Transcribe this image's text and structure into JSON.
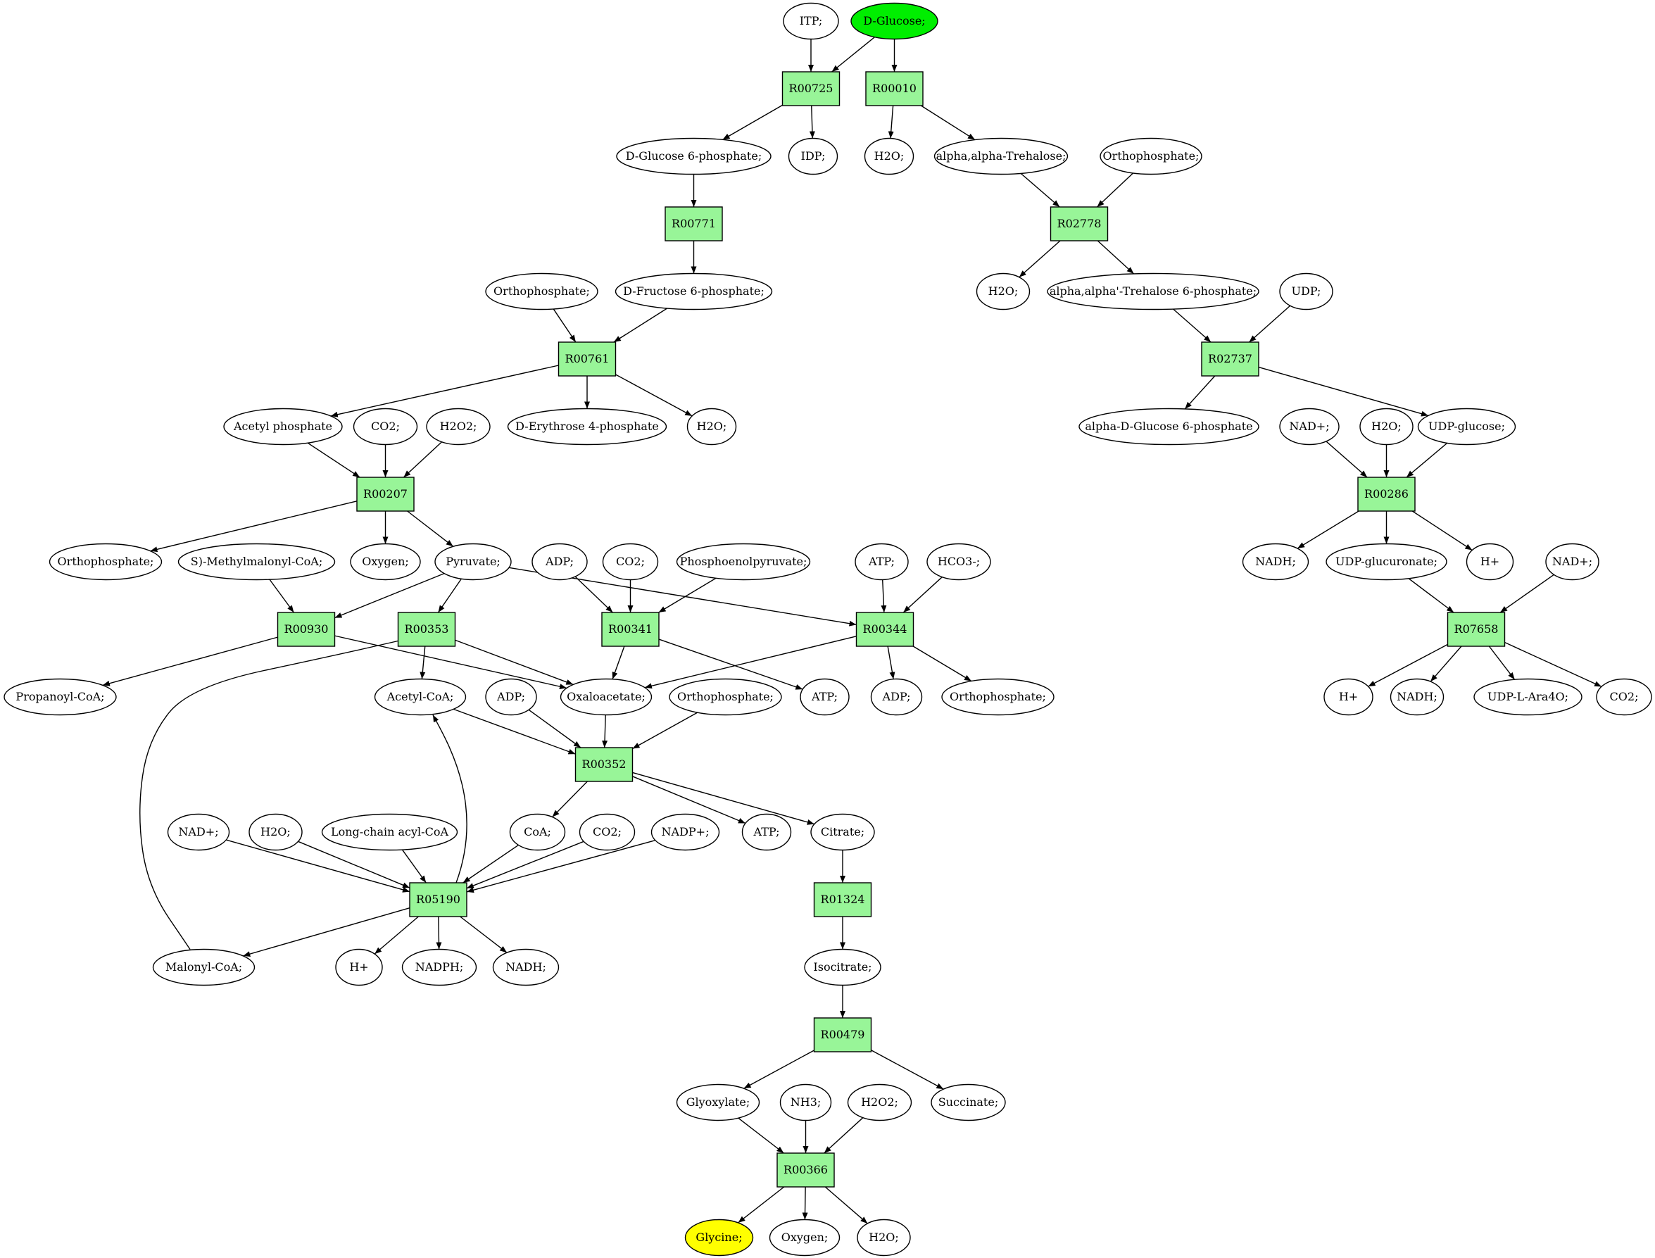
{
  "colors": {
    "reaction_fill": "#98f598",
    "metabolite_fill": "#ffffff",
    "start_fill": "#00ee00",
    "target_fill": "#ffff00",
    "stroke": "#000000"
  },
  "nodes": {
    "itp": {
      "label": "ITP;",
      "kind": "metabolite"
    },
    "dglucose": {
      "label": "D-Glucose;",
      "kind": "start"
    },
    "r00725": {
      "label": "R00725",
      "kind": "reaction"
    },
    "r00010": {
      "label": "R00010",
      "kind": "reaction"
    },
    "dg6p": {
      "label": "D-Glucose 6-phosphate;",
      "kind": "metabolite"
    },
    "idp": {
      "label": "IDP;",
      "kind": "metabolite"
    },
    "h2o_a": {
      "label": "H2O;",
      "kind": "metabolite"
    },
    "trehalose": {
      "label": "alpha,alpha-Trehalose;",
      "kind": "metabolite"
    },
    "orthophos_a": {
      "label": "Orthophosphate;",
      "kind": "metabolite"
    },
    "r00771": {
      "label": "R00771",
      "kind": "reaction"
    },
    "r02778": {
      "label": "R02778",
      "kind": "reaction"
    },
    "orthophos_b": {
      "label": "Orthophosphate;",
      "kind": "metabolite"
    },
    "df6p": {
      "label": "D-Fructose 6-phosphate;",
      "kind": "metabolite"
    },
    "h2o_b": {
      "label": "H2O;",
      "kind": "metabolite"
    },
    "tre6p": {
      "label": "alpha,alpha'-Trehalose 6-phosphate;",
      "kind": "metabolite"
    },
    "udp": {
      "label": "UDP;",
      "kind": "metabolite"
    },
    "r00761": {
      "label": "R00761",
      "kind": "reaction"
    },
    "r02737": {
      "label": "R02737",
      "kind": "reaction"
    },
    "acetylp": {
      "label": "Acetyl phosphate",
      "kind": "metabolite"
    },
    "co2_a": {
      "label": "CO2;",
      "kind": "metabolite"
    },
    "h2o2_a": {
      "label": "H2O2;",
      "kind": "metabolite"
    },
    "de4p": {
      "label": "D-Erythrose 4-phosphate",
      "kind": "metabolite"
    },
    "h2o_c": {
      "label": "H2O;",
      "kind": "metabolite"
    },
    "adg6p": {
      "label": "alpha-D-Glucose 6-phosphate",
      "kind": "metabolite"
    },
    "nadp_a": {
      "label": "NAD+;",
      "kind": "metabolite"
    },
    "h2o_d": {
      "label": "H2O;",
      "kind": "metabolite"
    },
    "udpglc": {
      "label": "UDP-glucose;",
      "kind": "metabolite"
    },
    "r00207": {
      "label": "R00207",
      "kind": "reaction"
    },
    "r00286": {
      "label": "R00286",
      "kind": "reaction"
    },
    "orthophos_c": {
      "label": "Orthophosphate;",
      "kind": "metabolite"
    },
    "smmcoa": {
      "label": "S)-Methylmalonyl-CoA;",
      "kind": "metabolite"
    },
    "oxygen_a": {
      "label": "Oxygen;",
      "kind": "metabolite"
    },
    "pyruvate": {
      "label": "Pyruvate;",
      "kind": "metabolite"
    },
    "adp_a": {
      "label": "ADP;",
      "kind": "metabolite"
    },
    "co2_b": {
      "label": "CO2;",
      "kind": "metabolite"
    },
    "pep": {
      "label": "Phosphoenolpyruvate;",
      "kind": "metabolite"
    },
    "atp_a": {
      "label": "ATP;",
      "kind": "metabolite"
    },
    "hco3": {
      "label": "HCO3-;",
      "kind": "metabolite"
    },
    "nadh_a": {
      "label": "NADH;",
      "kind": "metabolite"
    },
    "udpglcur": {
      "label": "UDP-glucuronate;",
      "kind": "metabolite"
    },
    "hplus_a": {
      "label": "H+",
      "kind": "metabolite"
    },
    "nadp_b": {
      "label": "NAD+;",
      "kind": "metabolite"
    },
    "r00930": {
      "label": "R00930",
      "kind": "reaction"
    },
    "r00353": {
      "label": "R00353",
      "kind": "reaction"
    },
    "r00341": {
      "label": "R00341",
      "kind": "reaction"
    },
    "r00344": {
      "label": "R00344",
      "kind": "reaction"
    },
    "r07658": {
      "label": "R07658",
      "kind": "reaction"
    },
    "propcoa": {
      "label": "Propanoyl-CoA;",
      "kind": "metabolite"
    },
    "acetylcoa": {
      "label": "Acetyl-CoA;",
      "kind": "metabolite"
    },
    "adp_b": {
      "label": "ADP;",
      "kind": "metabolite"
    },
    "oxaloacetate": {
      "label": "Oxaloacetate;",
      "kind": "metabolite"
    },
    "orthophos_d": {
      "label": "Orthophosphate;",
      "kind": "metabolite"
    },
    "atp_b": {
      "label": "ATP;",
      "kind": "metabolite"
    },
    "adp_c": {
      "label": "ADP;",
      "kind": "metabolite"
    },
    "orthophos_e": {
      "label": "Orthophosphate;",
      "kind": "metabolite"
    },
    "hplus_b": {
      "label": "H+",
      "kind": "metabolite"
    },
    "nadh_b": {
      "label": "NADH;",
      "kind": "metabolite"
    },
    "udpara": {
      "label": "UDP-L-Ara4O;",
      "kind": "metabolite"
    },
    "co2_c": {
      "label": "CO2;",
      "kind": "metabolite"
    },
    "r00352": {
      "label": "R00352",
      "kind": "reaction"
    },
    "nadp_c": {
      "label": "NAD+;",
      "kind": "metabolite"
    },
    "h2o_e": {
      "label": "H2O;",
      "kind": "metabolite"
    },
    "lcacoa": {
      "label": "Long-chain acyl-CoA",
      "kind": "metabolite"
    },
    "coa": {
      "label": "CoA;",
      "kind": "metabolite"
    },
    "co2_d": {
      "label": "CO2;",
      "kind": "metabolite"
    },
    "nadpplus": {
      "label": "NADP+;",
      "kind": "metabolite"
    },
    "atp_c": {
      "label": "ATP;",
      "kind": "metabolite"
    },
    "citrate": {
      "label": "Citrate;",
      "kind": "metabolite"
    },
    "r05190": {
      "label": "R05190",
      "kind": "reaction"
    },
    "r01324": {
      "label": "R01324",
      "kind": "reaction"
    },
    "malonylcoa": {
      "label": "Malonyl-CoA;",
      "kind": "metabolite"
    },
    "hplus_c": {
      "label": "H+",
      "kind": "metabolite"
    },
    "nadph": {
      "label": "NADPH;",
      "kind": "metabolite"
    },
    "nadh_c": {
      "label": "NADH;",
      "kind": "metabolite"
    },
    "isocitrate": {
      "label": "Isocitrate;",
      "kind": "metabolite"
    },
    "r00479": {
      "label": "R00479",
      "kind": "reaction"
    },
    "glyoxylate": {
      "label": "Glyoxylate;",
      "kind": "metabolite"
    },
    "nh3": {
      "label": "NH3;",
      "kind": "metabolite"
    },
    "h2o2_b": {
      "label": "H2O2;",
      "kind": "metabolite"
    },
    "succinate": {
      "label": "Succinate;",
      "kind": "metabolite"
    },
    "r00366": {
      "label": "R00366",
      "kind": "reaction"
    },
    "glycine": {
      "label": "Glycine;",
      "kind": "target"
    },
    "oxygen_b": {
      "label": "Oxygen;",
      "kind": "metabolite"
    },
    "h2o_f": {
      "label": "H2O;",
      "kind": "metabolite"
    }
  },
  "edges": [
    [
      "itp",
      "r00725"
    ],
    [
      "dglucose",
      "r00725"
    ],
    [
      "dglucose",
      "r00010"
    ],
    [
      "r00725",
      "dg6p"
    ],
    [
      "r00725",
      "idp"
    ],
    [
      "r00010",
      "h2o_a"
    ],
    [
      "r00010",
      "trehalose"
    ],
    [
      "dg6p",
      "r00771"
    ],
    [
      "r00771",
      "df6p"
    ],
    [
      "trehalose",
      "r02778"
    ],
    [
      "orthophos_a",
      "r02778"
    ],
    [
      "r02778",
      "h2o_b"
    ],
    [
      "r02778",
      "tre6p"
    ],
    [
      "orthophos_b",
      "r00761"
    ],
    [
      "df6p",
      "r00761"
    ],
    [
      "r00761",
      "acetylp"
    ],
    [
      "r00761",
      "de4p"
    ],
    [
      "r00761",
      "h2o_c"
    ],
    [
      "tre6p",
      "r02737"
    ],
    [
      "udp",
      "r02737"
    ],
    [
      "r02737",
      "adg6p"
    ],
    [
      "r02737",
      "udpglc"
    ],
    [
      "acetylp",
      "r00207"
    ],
    [
      "co2_a",
      "r00207"
    ],
    [
      "h2o2_a",
      "r00207"
    ],
    [
      "r00207",
      "orthophos_c"
    ],
    [
      "r00207",
      "oxygen_a"
    ],
    [
      "r00207",
      "pyruvate"
    ],
    [
      "nadp_a",
      "r00286"
    ],
    [
      "h2o_d",
      "r00286"
    ],
    [
      "udpglc",
      "r00286"
    ],
    [
      "r00286",
      "nadh_a"
    ],
    [
      "r00286",
      "udpglcur"
    ],
    [
      "r00286",
      "hplus_a"
    ],
    [
      "smmcoa",
      "r00930"
    ],
    [
      "pyruvate",
      "r00930"
    ],
    [
      "pyruvate",
      "r00353"
    ],
    [
      "pyruvate",
      "r00344"
    ],
    [
      "adp_a",
      "r00341"
    ],
    [
      "co2_b",
      "r00341"
    ],
    [
      "pep",
      "r00341"
    ],
    [
      "atp_a",
      "r00344"
    ],
    [
      "hco3",
      "r00344"
    ],
    [
      "udpglcur",
      "r07658"
    ],
    [
      "nadp_b",
      "r07658"
    ],
    [
      "r00930",
      "propcoa"
    ],
    [
      "r00930",
      "oxaloacetate"
    ],
    [
      "r00353",
      "acetylcoa"
    ],
    [
      "r00353",
      "oxaloacetate"
    ],
    [
      "r00341",
      "oxaloacetate"
    ],
    [
      "r00341",
      "atp_b"
    ],
    [
      "r00344",
      "oxaloacetate"
    ],
    [
      "r00344",
      "adp_c"
    ],
    [
      "r00344",
      "orthophos_e"
    ],
    [
      "r07658",
      "hplus_b"
    ],
    [
      "r07658",
      "nadh_b"
    ],
    [
      "r07658",
      "udpara"
    ],
    [
      "r07658",
      "co2_c"
    ],
    [
      "acetylcoa",
      "r00352"
    ],
    [
      "adp_b",
      "r00352"
    ],
    [
      "oxaloacetate",
      "r00352"
    ],
    [
      "orthophos_d",
      "r00352"
    ],
    [
      "r00352",
      "coa"
    ],
    [
      "r00352",
      "atp_c"
    ],
    [
      "r00352",
      "citrate"
    ],
    [
      "nadp_c",
      "r05190"
    ],
    [
      "h2o_e",
      "r05190"
    ],
    [
      "lcacoa",
      "r05190"
    ],
    [
      "coa",
      "r05190"
    ],
    [
      "co2_d",
      "r05190"
    ],
    [
      "nadpplus",
      "r05190"
    ],
    [
      "r05190",
      "acetylcoa"
    ],
    [
      "r05190",
      "malonylcoa"
    ],
    [
      "r05190",
      "hplus_c"
    ],
    [
      "r05190",
      "nadph"
    ],
    [
      "r05190",
      "nadh_c"
    ],
    [
      "malonylcoa",
      "r00353"
    ],
    [
      "citrate",
      "r01324"
    ],
    [
      "r01324",
      "isocitrate"
    ],
    [
      "isocitrate",
      "r00479"
    ],
    [
      "r00479",
      "glyoxylate"
    ],
    [
      "r00479",
      "succinate"
    ],
    [
      "glyoxylate",
      "r00366"
    ],
    [
      "nh3",
      "r00366"
    ],
    [
      "h2o2_b",
      "r00366"
    ],
    [
      "r00366",
      "glycine"
    ],
    [
      "r00366",
      "oxygen_b"
    ],
    [
      "r00366",
      "h2o_f"
    ]
  ]
}
